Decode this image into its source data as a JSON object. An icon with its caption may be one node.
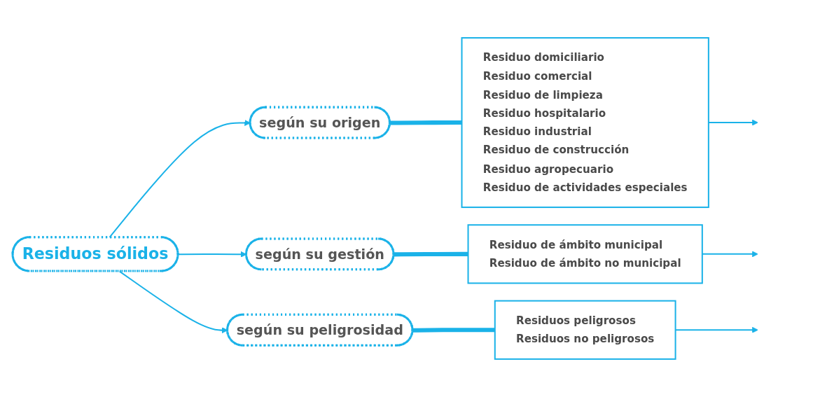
{
  "diagram": {
    "nodes": [
      {
        "text": [
          "Residuos sólidos"
        ]
      },
      {
        "text": [
          "según su origen"
        ]
      },
      {
        "text": [
          "según su gestión"
        ]
      },
      {
        "text": [
          "según su peligrosidad"
        ]
      },
      {
        "text": [
          "Residuo domiciliario",
          "Residuo comercial",
          "Residuo de limpieza",
          "Residuo hospitalario",
          "Residuo industrial",
          "Residuo de construcción",
          "Residuo agropecuario",
          "Residuo de actividades especiales"
        ]
      },
      {
        "text": [
          "Residuo de ámbito municipal",
          "Residuo de ámbito no municipal"
        ]
      },
      {
        "text": [
          "Residuos peligrosos",
          "Residuos no peligrosos"
        ]
      }
    ],
    "edges": [
      {
        "from": 0,
        "to": 1,
        "arrow": "to"
      },
      {
        "from": 0,
        "to": 2,
        "arrow": "to"
      },
      {
        "from": 0,
        "to": 3,
        "arrow": "to"
      },
      {
        "from": 1,
        "to": 4,
        "arrow": "none",
        "style": "thick"
      },
      {
        "from": 2,
        "to": 5,
        "arrow": "none",
        "style": "thick"
      },
      {
        "from": 3,
        "to": 6,
        "arrow": "none",
        "style": "thick"
      },
      {
        "from": 4,
        "to": null,
        "arrow": "to"
      },
      {
        "from": 5,
        "to": null,
        "arrow": "to"
      },
      {
        "from": 6,
        "to": null,
        "arrow": "to"
      }
    ]
  }
}
